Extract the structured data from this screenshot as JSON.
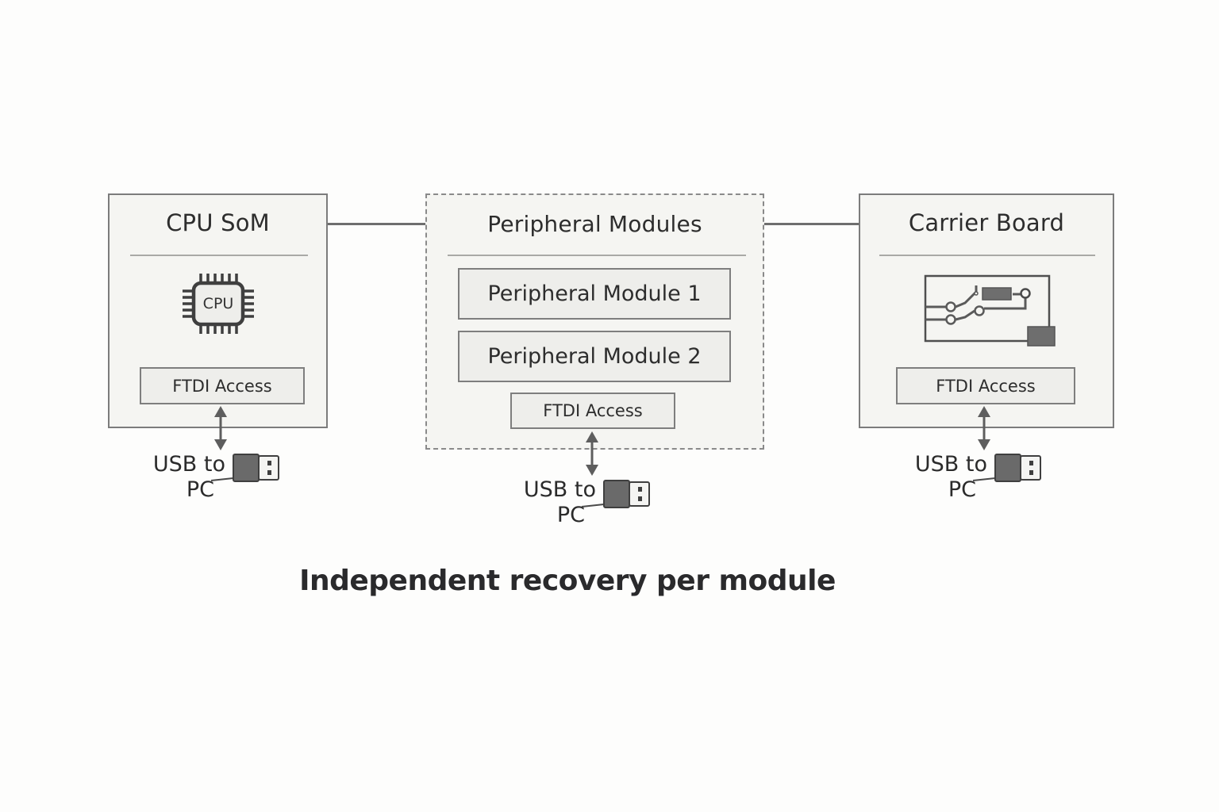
{
  "diagram": {
    "caption": "Independent recovery per module",
    "modules": [
      {
        "id": "cpu-som",
        "title": "CPU SoM",
        "icon": "cpu-chip-icon",
        "icon_label": "CPU",
        "ftdi_label": "FTDI Access",
        "usb_label_line1": "USB to",
        "usb_label_line2": "PC",
        "border_style": "solid"
      },
      {
        "id": "peripheral-modules",
        "title": "Peripheral Modules",
        "submodules": [
          "Peripheral Module 1",
          "Peripheral Module 2"
        ],
        "ftdi_label": "FTDI Access",
        "usb_label_line1": "USB to",
        "usb_label_line2": "PC",
        "border_style": "dashed"
      },
      {
        "id": "carrier-board",
        "title": "Carrier Board",
        "icon": "circuit-board-icon",
        "ftdi_label": "FTDI Access",
        "usb_label_line1": "USB to",
        "usb_label_line2": "PC",
        "border_style": "solid"
      }
    ],
    "connections": [
      {
        "from": "CPU SoM",
        "to": "Peripheral Modules"
      },
      {
        "from": "Peripheral Modules",
        "to": "Carrier Board"
      }
    ],
    "colors": {
      "module_fill": "#f5f5f2",
      "border": "#7c7c7c",
      "icon_dark": "#5a5a5a",
      "text": "#2b2b2b"
    }
  }
}
